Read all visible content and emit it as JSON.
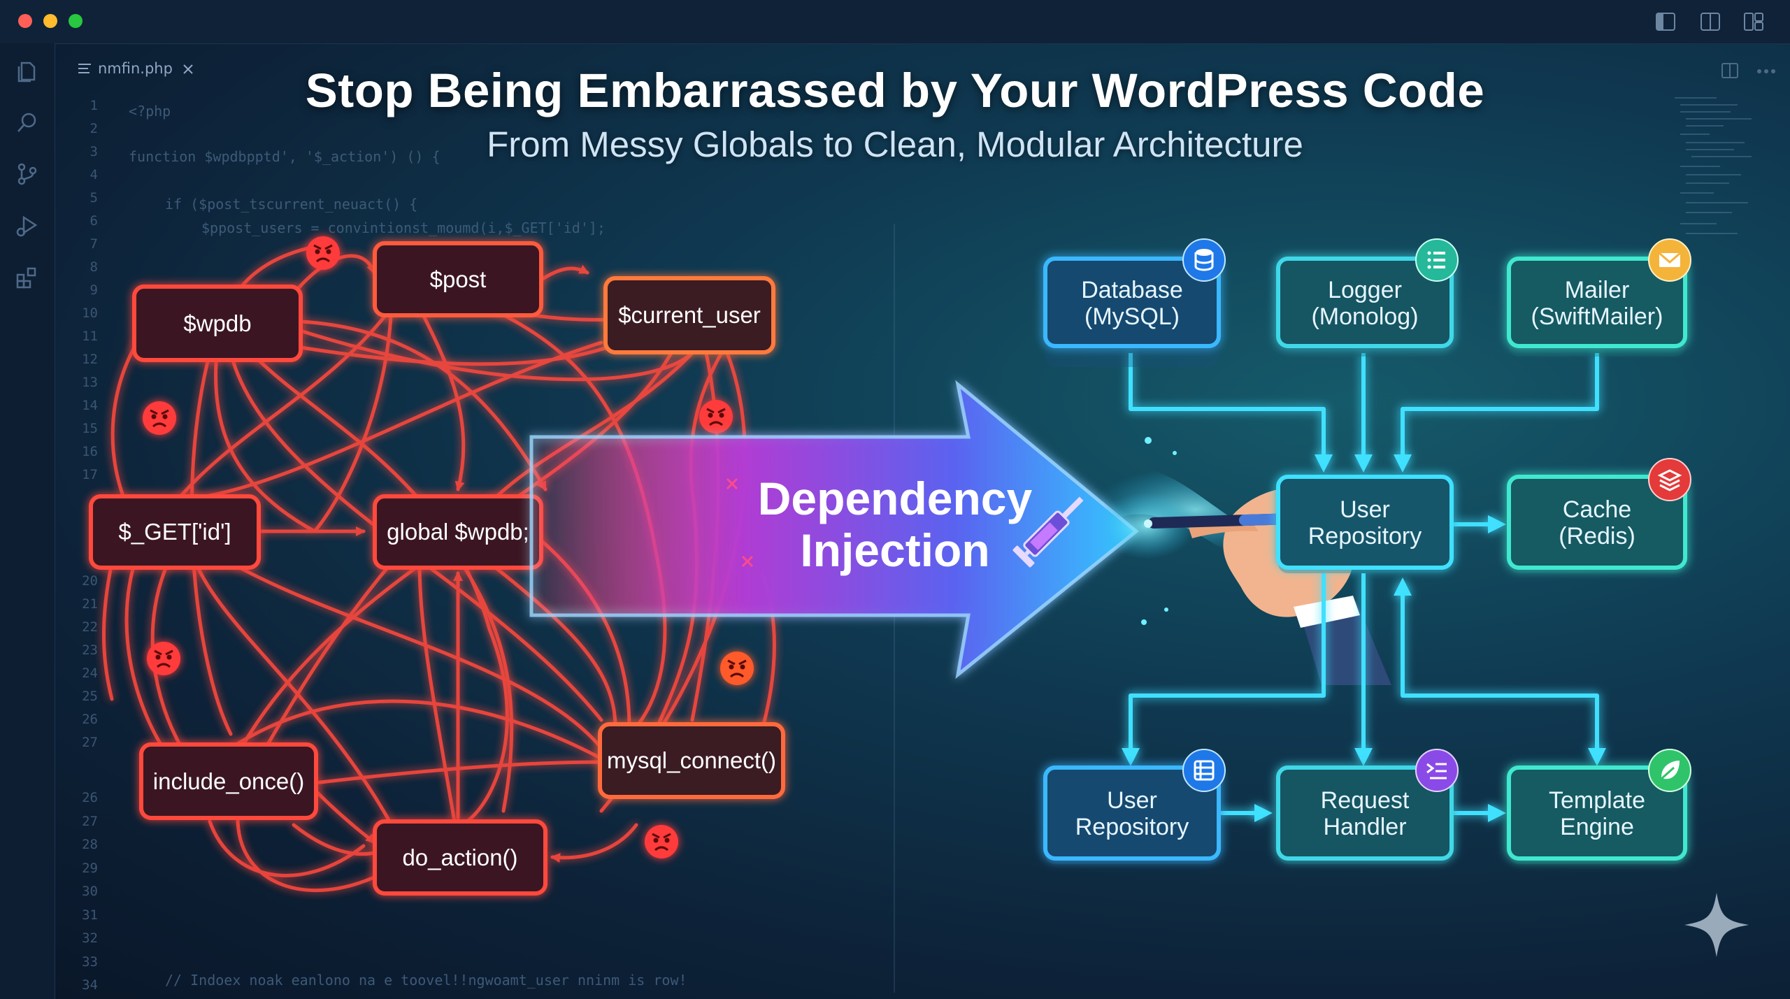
{
  "editor": {
    "tab_label": "nmfin.php",
    "line_numbers_top": [
      "1",
      "2",
      "3",
      "4",
      "5",
      "6",
      "7",
      "8",
      "9",
      "10",
      "11",
      "12",
      "13",
      "14",
      "15",
      "16",
      "17"
    ],
    "line_numbers_bottom": [
      "20",
      "21",
      "22",
      "23",
      "24",
      "25",
      "26",
      "27"
    ],
    "line_numbers_tail": [
      "26",
      "27",
      "28",
      "29",
      "30",
      "31",
      "32",
      "33",
      "34"
    ],
    "code_lines": [
      "<?php",
      "function $wpdbpptd', '$_action') () {",
      "if ($post_tscurrent_neuact() {",
      "$ppost_users = convintionst_moumd(i,$_GET['id'];",
      "// Indoex noak eanlono na e toovel!!ngwoamt_user nninm is row!"
    ]
  },
  "titles": {
    "main": "Stop Being Embarrassed by Your WordPress Code",
    "sub": "From Messy Globals to Clean, Modular Architecture"
  },
  "center": {
    "line1": "Dependency",
    "line2": "Injection"
  },
  "left_nodes": {
    "wpdb": "$wpdb",
    "post": "$post",
    "current_user": "$current_user",
    "get_id": "$_GET['id']",
    "global_wpdb": "global $wpdb;",
    "include_once": "include_once()",
    "mysql_connect": "mysql_connect()",
    "do_action": "do_action()"
  },
  "right_nodes": {
    "database": [
      "Database",
      "(MySQL)"
    ],
    "logger": [
      "Logger",
      "(Monolog)"
    ],
    "mailer": [
      "Mailer",
      "(SwiftMailer)"
    ],
    "user_repo_center": [
      "User",
      "Repository"
    ],
    "cache": [
      "Cache",
      "(Redis)"
    ],
    "user_repo_bottom": [
      "User",
      "Repository"
    ],
    "request_handler": [
      "Request",
      "Handler"
    ],
    "template_engine": [
      "Template",
      "Engine"
    ]
  },
  "colors": {
    "red": "#ff4a3d",
    "orange": "#ff8a3d",
    "cyan": "#3fe0ff",
    "teal": "#3fe8c8",
    "blue": "#3aa8ff"
  },
  "icons": [
    "files-icon",
    "search-icon",
    "source-control-icon",
    "run-debug-icon",
    "extensions-icon",
    "database-icon",
    "list-icon",
    "mail-icon",
    "stack-icon",
    "server-icon",
    "queue-icon",
    "leaf-icon",
    "syringe-icon",
    "sparkle-icon",
    "angry-face-icon"
  ]
}
